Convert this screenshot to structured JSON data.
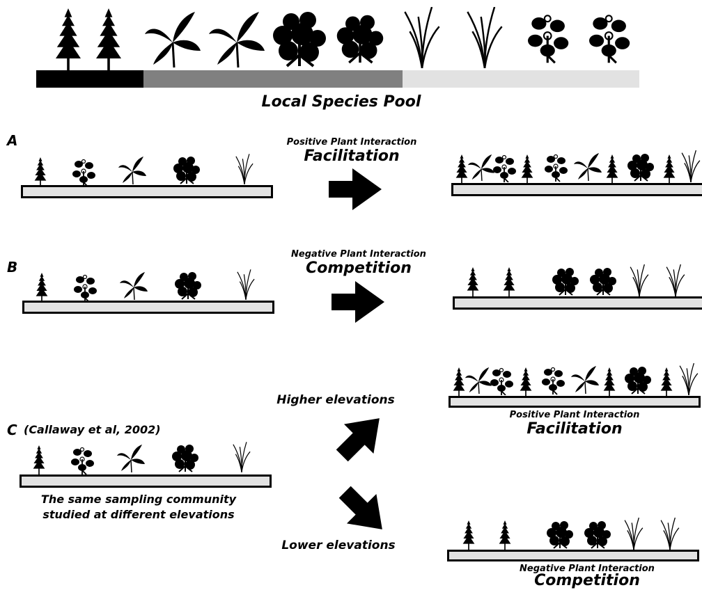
{
  "header": {
    "title": "Local Species Pool",
    "pool_bar_colors": [
      "#000000",
      "#808080",
      "#e2e2e2"
    ]
  },
  "panels": {
    "a": {
      "label": "A",
      "interaction_type": "Positive Plant Interaction",
      "interaction_name": "Facilitation"
    },
    "b": {
      "label": "B",
      "interaction_type": "Negative Plant Interaction",
      "interaction_name": "Competition"
    },
    "c": {
      "label": "C",
      "citation": "(Callaway et al, 2002)",
      "caption_line1": "The same sampling community",
      "caption_line2": "studied at different elevations",
      "higher_label": "Higher elevations",
      "lower_label": "Lower elevations",
      "higher_type": "Positive Plant Interaction",
      "higher_name": "Facilitation",
      "lower_type": "Negative Plant Interaction",
      "lower_name": "Competition"
    }
  },
  "icons": [
    "conifer-icon",
    "broadleaf-plant-icon",
    "bushy-shrub-icon",
    "grass-icon",
    "flowering-herb-icon"
  ],
  "colors": {
    "ink": "#000000",
    "ground": "#e2e2e2",
    "mid_gray": "#808080"
  }
}
